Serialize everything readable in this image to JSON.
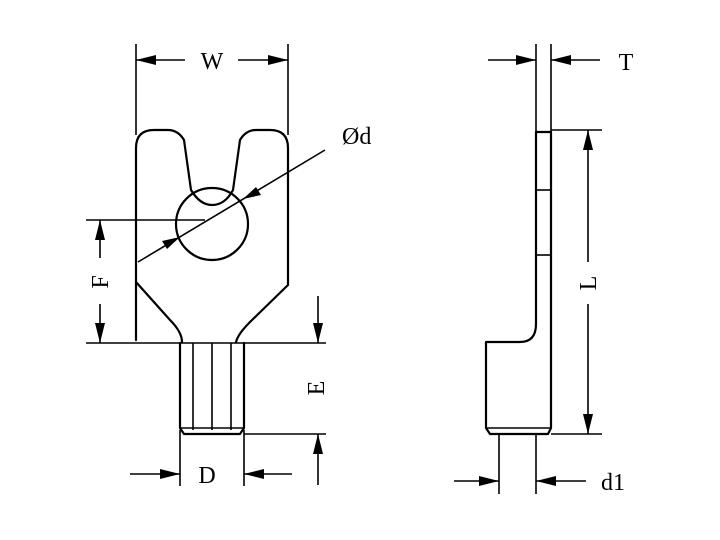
{
  "labels": {
    "width": "W",
    "hole_diameter": "Ød",
    "f_dim": "F",
    "stud_diameter": "D",
    "e_dim": "E",
    "thickness": "T",
    "length": "L",
    "inner_diameter": "d1"
  },
  "colors": {
    "line": "#000000",
    "background": "#ffffff"
  }
}
